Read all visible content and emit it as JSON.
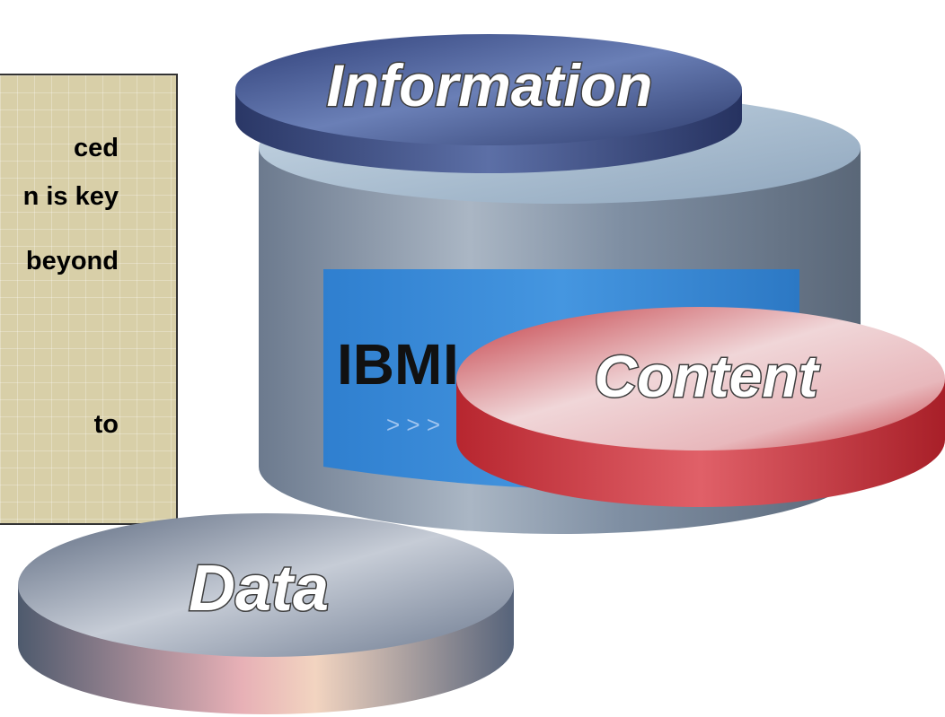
{
  "text_box": {
    "lines": [
      "ced",
      "n is key",
      "beyond",
      "to"
    ]
  },
  "diagram": {
    "top_disk_label": "Information",
    "right_disk_label": "Content",
    "bottom_disk_label": "Data",
    "brand_text": "IBM",
    "brand_partial": "I",
    "arrows": "> > >"
  },
  "colors": {
    "text_box_fill": "#d8cfa8",
    "information_disk": "#3b4d86",
    "content_disk": "#c4363c",
    "data_disk": "#7f8ba0",
    "brand_panel": "#3a8bd8"
  }
}
